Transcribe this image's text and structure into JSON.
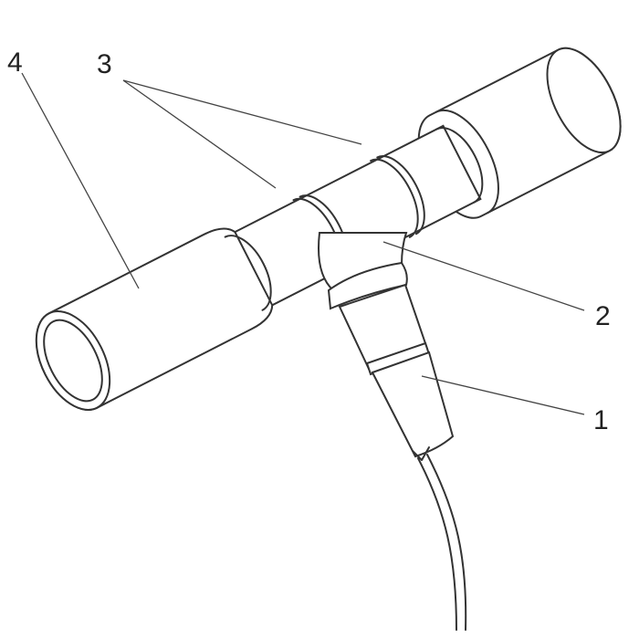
{
  "figure": {
    "labels": {
      "sensor": "1",
      "t_connector": "2",
      "rings": "3",
      "cuff": "4"
    },
    "line_color": "#333333",
    "background": "#ffffff"
  }
}
